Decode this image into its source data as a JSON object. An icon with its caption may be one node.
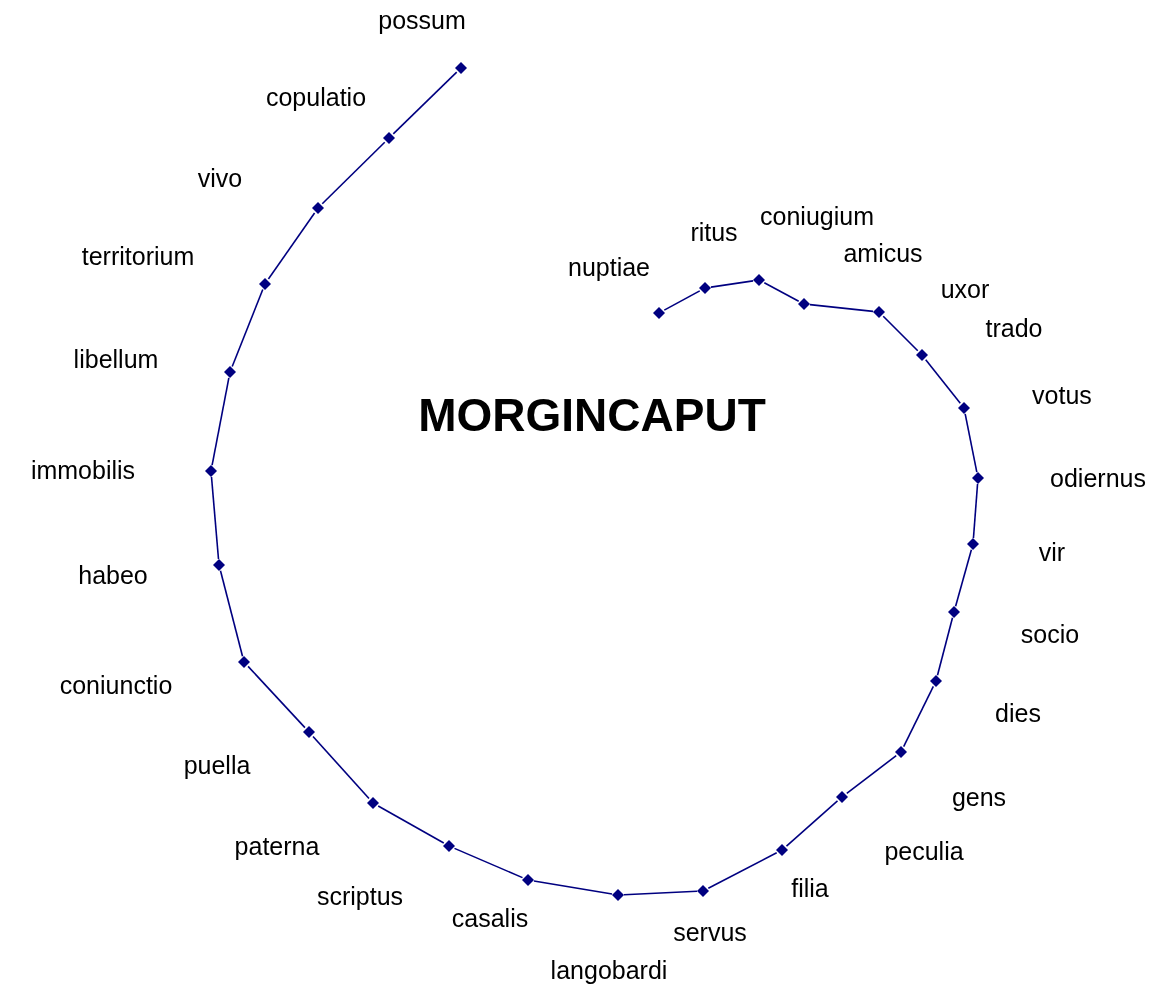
{
  "diagram": {
    "title": "MORGINCAPUT",
    "nodes": [
      {
        "text": [],
        "shape": "diamond",
        "beside": [
          "nuptiae"
        ]
      },
      {
        "text": [],
        "shape": "diamond",
        "beside": [
          "ritus"
        ]
      },
      {
        "text": [],
        "shape": "diamond",
        "beside": [
          "coniugium"
        ]
      },
      {
        "text": [],
        "shape": "diamond",
        "beside": [
          "amicus"
        ]
      },
      {
        "text": [],
        "shape": "diamond",
        "beside": [
          "uxor"
        ]
      },
      {
        "text": [],
        "shape": "diamond",
        "beside": [
          "trado"
        ]
      },
      {
        "text": [],
        "shape": "diamond",
        "beside": [
          "votus"
        ]
      },
      {
        "text": [],
        "shape": "diamond",
        "beside": [
          "odiernus"
        ]
      },
      {
        "text": [],
        "shape": "diamond",
        "beside": [
          "vir"
        ]
      },
      {
        "text": [],
        "shape": "diamond",
        "beside": [
          "socio"
        ]
      },
      {
        "text": [],
        "shape": "diamond",
        "beside": [
          "dies"
        ]
      },
      {
        "text": [],
        "shape": "diamond",
        "beside": [
          "gens"
        ]
      },
      {
        "text": [],
        "shape": "diamond",
        "beside": [
          "peculia"
        ]
      },
      {
        "text": [],
        "shape": "diamond",
        "beside": [
          "filia"
        ]
      },
      {
        "text": [],
        "shape": "diamond",
        "beside": [
          "servus"
        ]
      },
      {
        "text": [],
        "shape": "diamond",
        "beside": [
          "langobardi"
        ]
      },
      {
        "text": [],
        "shape": "diamond",
        "beside": [
          "casalis"
        ]
      },
      {
        "text": [],
        "shape": "diamond",
        "beside": [
          "scriptus"
        ]
      },
      {
        "text": [],
        "shape": "diamond",
        "beside": [
          "paterna"
        ]
      },
      {
        "text": [],
        "shape": "diamond",
        "beside": [
          "puella"
        ]
      },
      {
        "text": [],
        "shape": "diamond",
        "beside": [
          "coniunctio"
        ]
      },
      {
        "text": [],
        "shape": "diamond",
        "beside": [
          "habeo"
        ]
      },
      {
        "text": [],
        "shape": "diamond",
        "beside": [
          "immobilis"
        ]
      },
      {
        "text": [],
        "shape": "diamond",
        "beside": [
          "libellum"
        ]
      },
      {
        "text": [],
        "shape": "diamond",
        "beside": [
          "territorium"
        ]
      },
      {
        "text": [],
        "shape": "diamond",
        "beside": [
          "vivo"
        ]
      },
      {
        "text": [],
        "shape": "diamond",
        "beside": [
          "copulatio"
        ]
      },
      {
        "text": [],
        "shape": "diamond",
        "beside": [
          "possum"
        ]
      }
    ],
    "edges": [
      {
        "from": 0,
        "to": 1,
        "arrow": "none"
      },
      {
        "from": 1,
        "to": 2,
        "arrow": "none"
      },
      {
        "from": 2,
        "to": 3,
        "arrow": "none"
      },
      {
        "from": 3,
        "to": 4,
        "arrow": "none"
      },
      {
        "from": 4,
        "to": 5,
        "arrow": "none"
      },
      {
        "from": 5,
        "to": 6,
        "arrow": "none"
      },
      {
        "from": 6,
        "to": 7,
        "arrow": "none"
      },
      {
        "from": 7,
        "to": 8,
        "arrow": "none"
      },
      {
        "from": 8,
        "to": 9,
        "arrow": "none"
      },
      {
        "from": 9,
        "to": 10,
        "arrow": "none"
      },
      {
        "from": 10,
        "to": 11,
        "arrow": "none"
      },
      {
        "from": 11,
        "to": 12,
        "arrow": "none"
      },
      {
        "from": 12,
        "to": 13,
        "arrow": "none"
      },
      {
        "from": 13,
        "to": 14,
        "arrow": "none"
      },
      {
        "from": 14,
        "to": 15,
        "arrow": "none"
      },
      {
        "from": 15,
        "to": 16,
        "arrow": "none"
      },
      {
        "from": 16,
        "to": 17,
        "arrow": "none"
      },
      {
        "from": 17,
        "to": 18,
        "arrow": "none"
      },
      {
        "from": 18,
        "to": 19,
        "arrow": "none"
      },
      {
        "from": 19,
        "to": 20,
        "arrow": "none"
      },
      {
        "from": 20,
        "to": 21,
        "arrow": "none"
      },
      {
        "from": 21,
        "to": 22,
        "arrow": "none"
      },
      {
        "from": 22,
        "to": 23,
        "arrow": "none"
      },
      {
        "from": 23,
        "to": 24,
        "arrow": "none"
      },
      {
        "from": 24,
        "to": 25,
        "arrow": "none"
      },
      {
        "from": 25,
        "to": 26,
        "arrow": "none"
      },
      {
        "from": 26,
        "to": 27,
        "arrow": "none"
      }
    ]
  }
}
